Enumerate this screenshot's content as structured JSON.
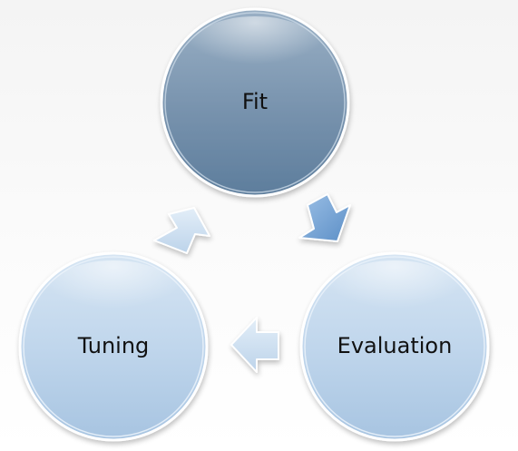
{
  "diagram": {
    "nodes": [
      {
        "id": "fit",
        "label": "Fit",
        "fill_top": "#90a8bf",
        "fill_bottom": "#5f7f9f"
      },
      {
        "id": "evaluation",
        "label": "Evaluation",
        "fill_top": "#cfe0f0",
        "fill_bottom": "#a9c6e2"
      },
      {
        "id": "tuning",
        "label": "Tuning",
        "fill_top": "#cfe0f0",
        "fill_bottom": "#a9c6e2"
      }
    ],
    "edges": [
      {
        "from": "fit",
        "to": "evaluation",
        "color": "#6f9bcf"
      },
      {
        "from": "evaluation",
        "to": "tuning",
        "color": "#cfe0f0"
      },
      {
        "from": "tuning",
        "to": "fit",
        "color": "#cfe0f0"
      }
    ],
    "colors": {
      "dark_ring": "#ffffff",
      "light_ring": "#ffffff"
    }
  }
}
